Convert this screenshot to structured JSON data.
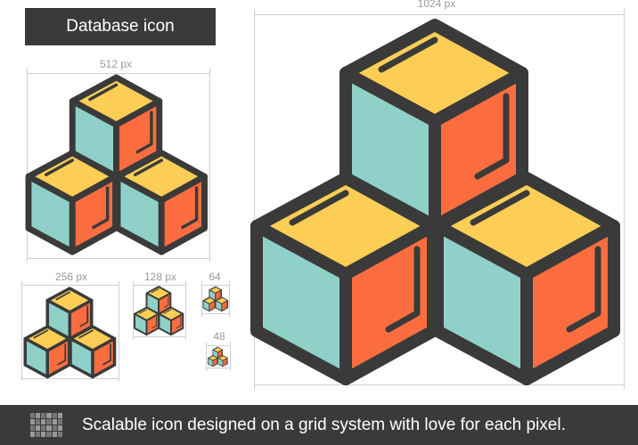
{
  "header": {
    "title": "Database icon"
  },
  "sizes": {
    "s1024": "1024 px",
    "s512": "512 px",
    "s256": "256 px",
    "s128": "128 px",
    "s64": "64",
    "s48": "48"
  },
  "footer": {
    "text": "Scalable icon designed on a grid system with love for each pixel."
  },
  "colors": {
    "yellow": "#FCCE55",
    "teal": "#8FD1C9",
    "orange": "#FB6D3F",
    "outline": "#3A3A3A",
    "dark": "#3a3a3a"
  }
}
